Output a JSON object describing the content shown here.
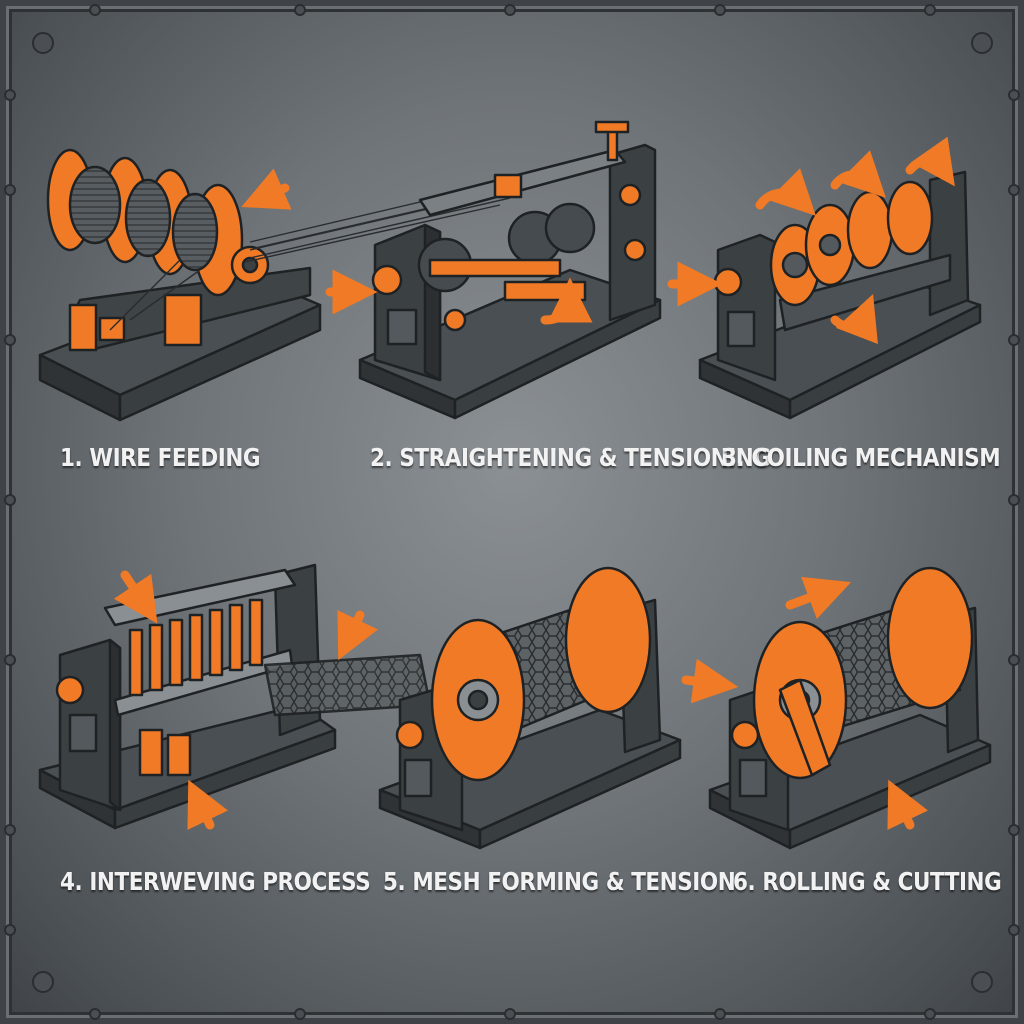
{
  "colors": {
    "accent": "#f07a25",
    "machine": "#3b4043",
    "panel": "#707579",
    "label": "#f2f2f2"
  },
  "steps": [
    {
      "label": "1. WIRE FEEDING"
    },
    {
      "label": "2. STRAIGHTENING & TENSIONING"
    },
    {
      "label": "3. COILING MECHANISM"
    },
    {
      "label": "4. INTERWEVING PROCESS"
    },
    {
      "label": "5. MESH FORMING & TENSION"
    },
    {
      "label": "6. ROLLING & CUTTING"
    }
  ]
}
